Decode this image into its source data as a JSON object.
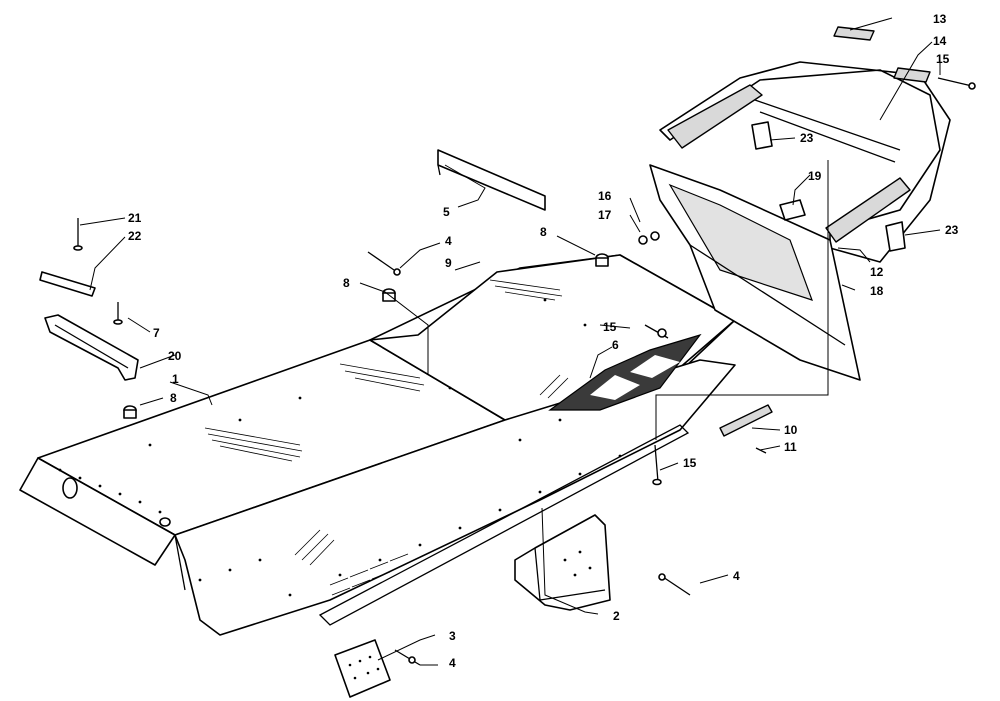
{
  "callouts": [
    {
      "id": "c1",
      "label": "1"
    },
    {
      "id": "c2",
      "label": "2"
    },
    {
      "id": "c3",
      "label": "3"
    },
    {
      "id": "c4a",
      "label": "4"
    },
    {
      "id": "c4b",
      "label": "4"
    },
    {
      "id": "c4c",
      "label": "4"
    },
    {
      "id": "c5",
      "label": "5"
    },
    {
      "id": "c6",
      "label": "6"
    },
    {
      "id": "c7",
      "label": "7"
    },
    {
      "id": "c8a",
      "label": "8"
    },
    {
      "id": "c8b",
      "label": "8"
    },
    {
      "id": "c8c",
      "label": "8"
    },
    {
      "id": "c9",
      "label": "9"
    },
    {
      "id": "c10",
      "label": "10"
    },
    {
      "id": "c11",
      "label": "11"
    },
    {
      "id": "c12",
      "label": "12"
    },
    {
      "id": "c13",
      "label": "13"
    },
    {
      "id": "c14",
      "label": "14"
    },
    {
      "id": "c15a",
      "label": "15"
    },
    {
      "id": "c15b",
      "label": "15"
    },
    {
      "id": "c15c",
      "label": "15"
    },
    {
      "id": "c16",
      "label": "16"
    },
    {
      "id": "c17",
      "label": "17"
    },
    {
      "id": "c18",
      "label": "18"
    },
    {
      "id": "c19",
      "label": "19"
    },
    {
      "id": "c20",
      "label": "20"
    },
    {
      "id": "c21",
      "label": "21"
    },
    {
      "id": "c22",
      "label": "22"
    },
    {
      "id": "c23a",
      "label": "23"
    },
    {
      "id": "c23b",
      "label": "23"
    }
  ]
}
